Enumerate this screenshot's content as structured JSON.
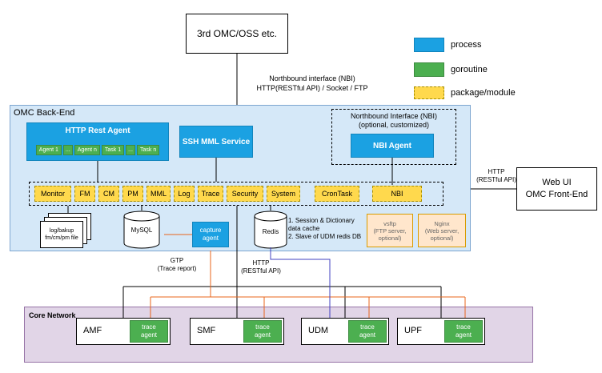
{
  "colors": {
    "process": "#1ba1e2",
    "goroutine": "#4caf50",
    "package_module": "#ffd94d",
    "backend_bg": "#d5e8f8",
    "core_network_bg": "#e1d5e7",
    "optional_box_bg": "#ffe6cc",
    "trace_line": "#e8641b",
    "redis_udm_line": "#4040c0"
  },
  "top": {
    "external_box": "3rd OMC/OSS etc.",
    "nbi_interface_note": "Northbound interface (NBI)\nHTTP(RESTful API) / Socket / FTP"
  },
  "legend": {
    "process": "process",
    "goroutine": "goroutine",
    "package_module": "package/module"
  },
  "backend": {
    "title": "OMC Back-End",
    "http_rest_agent": {
      "title": "HTTP Rest Agent",
      "children": [
        "Agent 1",
        "...",
        "Agent n",
        "Task 1",
        "...",
        "Task n"
      ]
    },
    "ssh_mml_service": "SSH MML Service",
    "nbi_section": {
      "title": "Northbound Interface (NBI)\n(optional, customized)",
      "agent": "NBI Agent"
    },
    "modules": [
      "Monitor",
      "FM",
      "CM",
      "PM",
      "MML",
      "Log",
      "Trace",
      "Security",
      "System"
    ],
    "crontask": "CronTask",
    "nbi_module": "NBI",
    "files": "log/bakup\nfm/cm/pm file",
    "mysql": "MySQL",
    "capture_agent": "capture\nagent",
    "redis": "Redis",
    "redis_note": "1. Session & Dictionary\ndata cache\n2. Slave of UDM redis DB",
    "vsftp": "vsftp\n(FTP server,\noptional)",
    "nginx": "Nginx\n(Web server,\noptional)"
  },
  "labels": {
    "http_restful_right": "HTTP\n(RESTful API)",
    "gtp": "GTP\n(Trace report)",
    "http_mid": "HTTP\n(RESTful API)"
  },
  "webui": "Web UI\nOMC Front-End",
  "core_network": {
    "title": "Core Network",
    "nodes": [
      "AMF",
      "SMF",
      "UDM",
      "UPF"
    ],
    "trace_agent": "trace\nagent"
  }
}
